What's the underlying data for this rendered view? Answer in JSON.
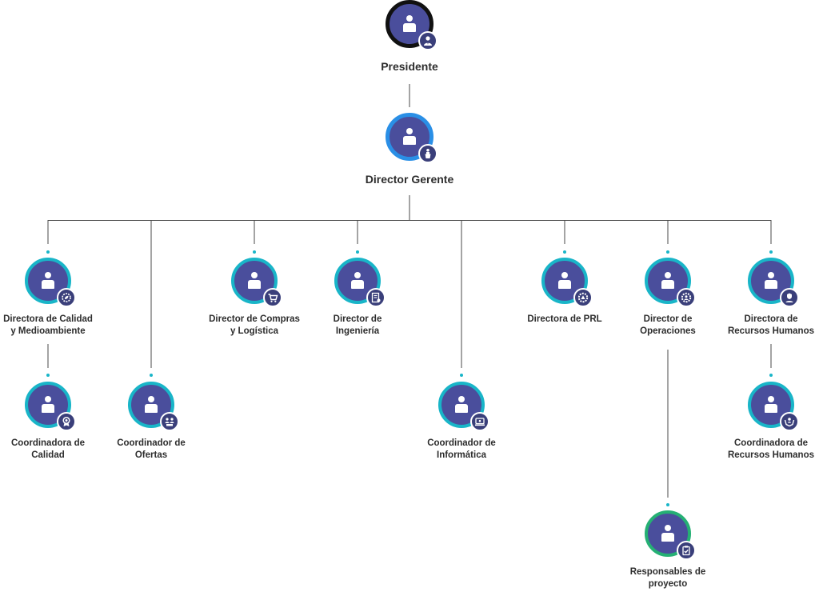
{
  "colors": {
    "ring_default": "#19b5c8",
    "ring_top": "#111111",
    "ring_manager": "#2a8fe6",
    "ring_project": "#25b074",
    "fill": "#4a4e9c",
    "badge": "#3a3f7a",
    "line": "#4a4a4a"
  },
  "nodes": {
    "presidente": {
      "lines": [
        "Presidente"
      ],
      "icon": "businessman-icon"
    },
    "director_gerente": {
      "lines": [
        "Director Gerente"
      ],
      "icon": "speaker-podium-icon"
    },
    "dir_calidad": {
      "lines": [
        "Directora de Calidad",
        "y Medioambiente"
      ],
      "icon": "eco-gear-icon"
    },
    "dir_compras": {
      "lines": [
        "Director de Compras",
        "y Logística"
      ],
      "icon": "shopping-cart-icon"
    },
    "dir_ingenieria": {
      "lines": [
        "Director de",
        "Ingeniería"
      ],
      "icon": "engineering-document-icon"
    },
    "dir_prl": {
      "lines": [
        "Directora de PRL"
      ],
      "icon": "safety-gear-icon"
    },
    "dir_operaciones": {
      "lines": [
        "Director de",
        "Operaciones"
      ],
      "icon": "operations-gear-icon"
    },
    "dir_rrhh": {
      "lines": [
        "Directora de",
        "Recursos Humanos"
      ],
      "icon": "hr-person-icon"
    },
    "coord_calidad": {
      "lines": [
        "Coordinadora de",
        "Calidad"
      ],
      "icon": "quality-award-icon"
    },
    "coord_ofertas": {
      "lines": [
        "Coordinador de",
        "Ofertas"
      ],
      "icon": "offers-team-icon"
    },
    "coord_informatica": {
      "lines": [
        "Coordinador de",
        "Informática"
      ],
      "icon": "computer-icon"
    },
    "coord_rrhh": {
      "lines": [
        "Coordinadora de",
        "Recursos Humanos"
      ],
      "icon": "hands-person-icon"
    },
    "resp_proyecto": {
      "lines": [
        "Responsables de",
        "proyecto"
      ],
      "icon": "clipboard-check-icon"
    }
  }
}
